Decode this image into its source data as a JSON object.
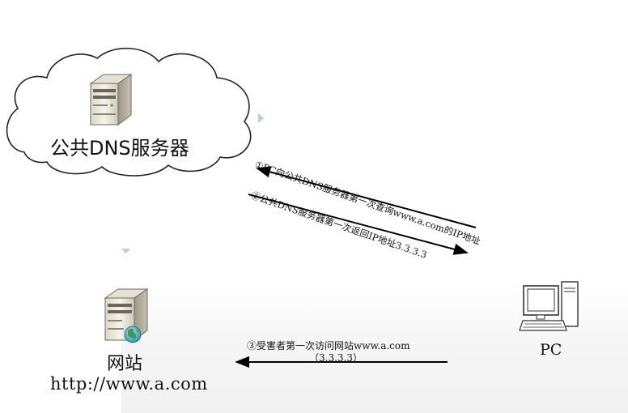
{
  "dns": {
    "label": "公共DNS服务器"
  },
  "website": {
    "label": "网站",
    "url": "http://www.a.com"
  },
  "pc": {
    "label": "PC"
  },
  "steps": {
    "step1": "①PC向公共DNS服务器第一次查询www.a.com的IP地址",
    "step2": "②公共DNS服务器第一次返回IP地址3.3.3.3",
    "step3": "③受害者第一次访问网站www.a.com",
    "step3_ip": "（3.3.3.3）"
  },
  "colors": {
    "arrow": "#000000",
    "marker": "#a9d3e3",
    "server_body": "#f1ede1",
    "globe": "#3f9a4d"
  },
  "icons": [
    "cloud-icon",
    "dns-server-icon",
    "web-server-icon",
    "globe-icon",
    "pc-icon"
  ]
}
